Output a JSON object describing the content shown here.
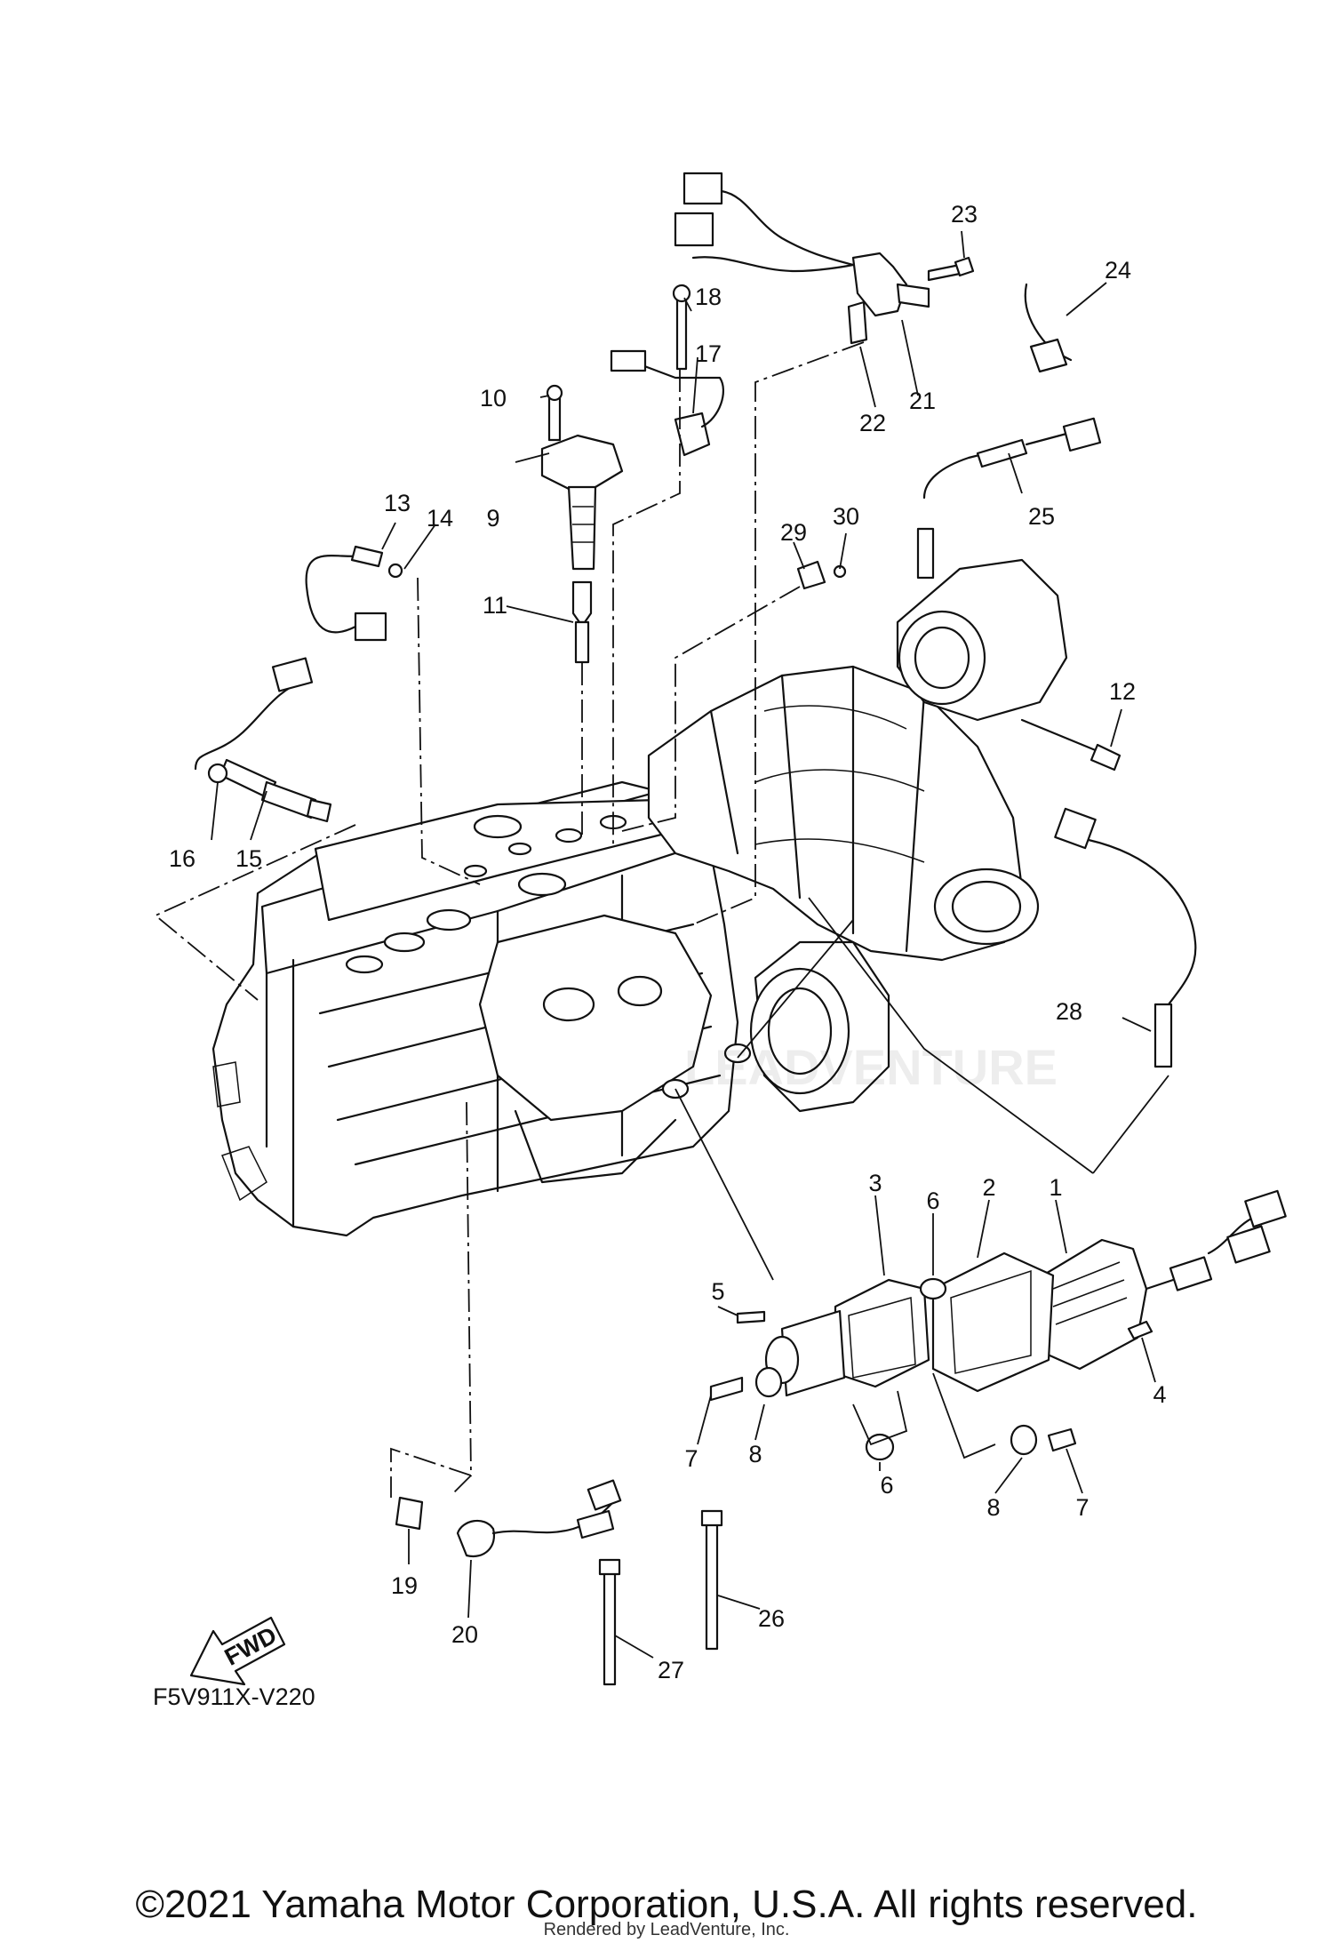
{
  "diagram": {
    "drawing_code": "F5V911X-V220",
    "direction_marker": "FWD",
    "watermark": "LEADVENTURE",
    "callouts": [
      "1",
      "2",
      "3",
      "4",
      "5",
      "6",
      "6",
      "7",
      "7",
      "8",
      "8",
      "9",
      "10",
      "11",
      "12",
      "13",
      "14",
      "15",
      "16",
      "17",
      "18",
      "19",
      "20",
      "21",
      "22",
      "23",
      "24",
      "25",
      "26",
      "27",
      "28",
      "29",
      "30"
    ]
  },
  "footer": {
    "copyright": "©2021 Yamaha Motor Corporation, U.S.A. All rights reserved.",
    "rendered_by": "Rendered by LeadVenture, Inc."
  }
}
